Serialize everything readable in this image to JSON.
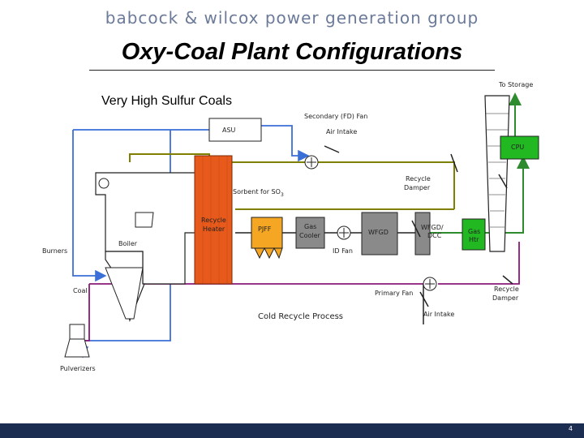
{
  "header": {
    "brand": "babcock & wilcox power generation group",
    "title": "Oxy-Coal Plant Configurations",
    "subtitle": "Very High Sulfur Coals"
  },
  "labels": {
    "to_storage": "To Storage",
    "secondary_fan": "Secondary (FD) Fan",
    "asu": "ASU",
    "air_intake_top": "Air Intake",
    "cpu": "CPU",
    "recycle_damper_top_1": "Recycle",
    "recycle_damper_top_2": "Damper",
    "sorbent": "Sorbent for SO",
    "sorbent_sub": "3",
    "recycle_heater_1": "Recycle",
    "recycle_heater_2": "Heater",
    "pjff": "PJFF",
    "gas_cooler_1": "Gas",
    "gas_cooler_2": "Cooler",
    "wfgd": "WFGD",
    "wfgd_dcc_1": "WFGD/",
    "wfgd_dcc_2": "DCC",
    "gas_htr_1": "Gas",
    "gas_htr_2": "Htr",
    "boiler": "Boiler",
    "burners": "Burners",
    "id_fan": "ID Fan",
    "coal": "Coal",
    "primary_fan": "Primary Fan",
    "recycle_damper_bottom_1": "Recycle",
    "recycle_damper_bottom_2": "Damper",
    "cold_recycle": "Cold Recycle Process",
    "air_intake_bottom": "Air Intake",
    "pulverizers": "Pulverizers"
  },
  "footer": {
    "page_number": "4"
  },
  "colors": {
    "oxygen_line": "#3a6fd8",
    "flue_line": "#808000",
    "primary_line": "#8b1a7a",
    "co2_line": "#2e8b2e",
    "heater_fill": "#e85a1c",
    "cpu_fill": "#22b822",
    "pjff_fill": "#f5a623",
    "vessel_fill": "#8a8a8a",
    "footer_bar": "#1b2e52"
  }
}
